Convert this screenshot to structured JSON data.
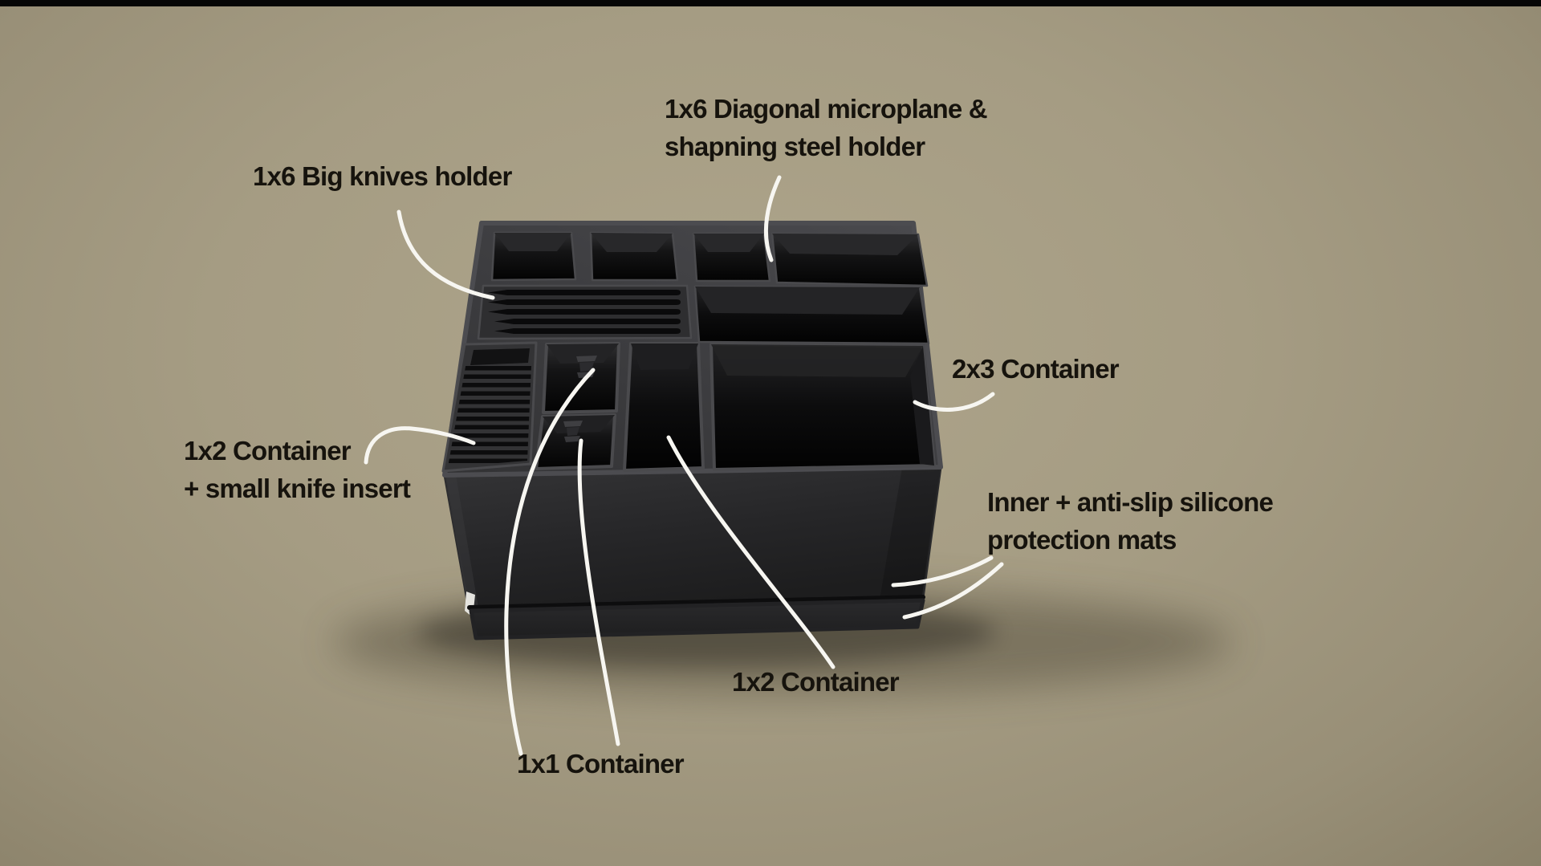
{
  "scene": {
    "description": "3D render of a black modular kitchen knife organizer on a tan backdrop with hand-drawn white callout lines",
    "background_color": "#a59c83",
    "top_bar_color": "#060606",
    "object_color": "#2d2d2f",
    "leader_line_color": "#f7f6f1",
    "text_color": "#16130d"
  },
  "annotations": [
    {
      "id": "microplane-steel-holder",
      "lines": [
        "1x6 Diagonal microplane &",
        "shapning steel holder"
      ]
    },
    {
      "id": "big-knives-holder",
      "lines": [
        "1x6 Big knives holder"
      ]
    },
    {
      "id": "container-2x3",
      "lines": [
        "2x3 Container"
      ]
    },
    {
      "id": "container-1x2-small-knife-insert",
      "lines": [
        "1x2 Container",
        "+ small knife insert"
      ]
    },
    {
      "id": "silicone-mats",
      "lines": [
        "Inner + anti-slip silicone",
        "protection mats"
      ]
    },
    {
      "id": "container-1x2",
      "lines": [
        "1x2 Container"
      ]
    },
    {
      "id": "container-1x1",
      "lines": [
        "1x1 Container"
      ]
    }
  ]
}
